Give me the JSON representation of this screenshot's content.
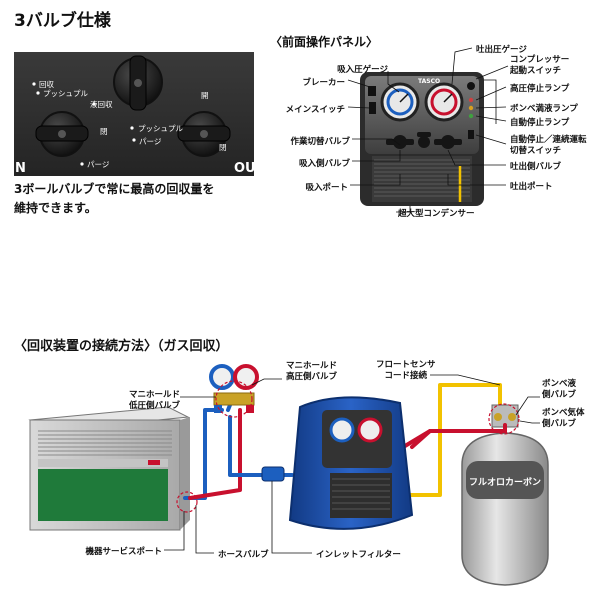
{
  "valve_section": {
    "title": "3バルブ仕様",
    "photo_labels": {
      "recovery": "回収",
      "push_pull": "プッシュプル",
      "liquid_recovery": "液回収",
      "close": "閉",
      "open": "開",
      "push_pull_2": "プッシュプル",
      "purge": "パージ",
      "purge_2": "パージ",
      "in_fragment": "N",
      "out_fragment": "OU"
    },
    "description_line1": "3ボールバルブで常に最高の回収量を",
    "description_line2": "維持できます。"
  },
  "front_panel": {
    "title": "〈前面操作パネル〉",
    "brand": "TASCO",
    "left_labels": {
      "suction_gauge": "吸入圧ゲージ",
      "breaker": "ブレーカー",
      "main_switch": "メインスイッチ",
      "work_switch_valve": "作業切替バルブ",
      "suction_valve": "吸入側バルブ",
      "suction_port": "吸入ポート"
    },
    "right_labels": {
      "discharge_gauge": "吐出圧ゲージ",
      "compressor_start_1": "コンプレッサー",
      "compressor_start_2": "起動スイッチ",
      "high_pressure_stop_lamp": "高圧停止ランプ",
      "cylinder_full_lamp": "ボンベ満液ランプ",
      "auto_stop_lamp": "自動停止ランプ",
      "auto_stop_switch_1": "自動停止／連続運転",
      "auto_stop_switch_2": "切替スイッチ",
      "discharge_valve": "吐出側バルブ",
      "discharge_port": "吐出ポート"
    },
    "bottom_label": "超大型コンデンサー"
  },
  "connection": {
    "title": "〈回収装置の接続方法〉（ガス回収）",
    "labels": {
      "manifold_high_1": "マニホールド",
      "manifold_high_2": "高圧側バルブ",
      "manifold_low_1": "マニホールド",
      "manifold_low_2": "低圧側バルブ",
      "float_sensor_1": "フロートセンサ",
      "float_sensor_2": "コード接続",
      "cylinder_liquid_1": "ボンベ液",
      "cylinder_liquid_2": "側バルブ",
      "cylinder_gas_1": "ボンベ気体",
      "cylinder_gas_2": "側バルブ",
      "cylinder_name": "フルオロカーボン",
      "service_port": "機器サービスポート",
      "hose_valve": "ホースバルブ",
      "inlet_filter": "インレットフィルター"
    }
  },
  "colors": {
    "red_line": "#c8102e",
    "blue_line": "#1c5fbf",
    "yellow_line": "#f2c200",
    "machine_blue": "#1d4fa8",
    "panel_green": "#1f7a3a"
  }
}
